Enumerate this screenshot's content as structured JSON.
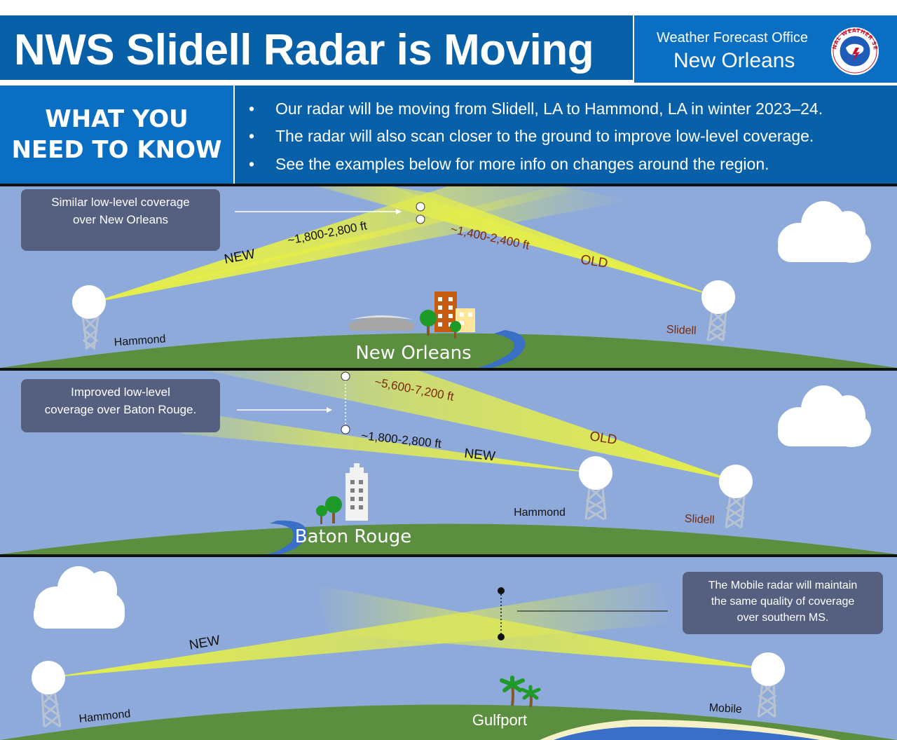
{
  "header": {
    "title": "NWS Slidell Radar is Moving",
    "office_line1": "Weather Forecast Office",
    "office_line2": "New Orleans",
    "logo_icon": "nws-logo-icon",
    "logo_text": "NATIONAL WEATHER SERVICE"
  },
  "know": {
    "heading_line1": "WHAT YOU",
    "heading_line2": "NEED TO KNOW",
    "bullets": [
      "Our radar will be moving from Slidell, LA to Hammond, LA in winter 2023–24.",
      "The radar will also scan closer to the ground to improve low-level coverage.",
      "See the examples below for more info on changes around the region."
    ]
  },
  "panel1": {
    "callout": [
      "Similar low-level coverage",
      "over New Orleans"
    ],
    "new_height": "~1,800-2,800 ft",
    "old_height": "~1,400-2,400 ft",
    "new_label": "NEW",
    "old_label": "OLD",
    "city": "New Orleans",
    "left_radar": "Hammond",
    "right_radar": "Slidell"
  },
  "panel2": {
    "callout": [
      "Improved low-level",
      "coverage over Baton Rouge."
    ],
    "old_height": "~5,600-7,200 ft",
    "new_height": "~1,800-2,800 ft",
    "old_label": "OLD",
    "new_label": "NEW",
    "city": "Baton Rouge",
    "radar_mid": "Hammond",
    "radar_right": "Slidell"
  },
  "panel3": {
    "callout": [
      "The Mobile radar will maintain",
      "the same quality of coverage",
      "over southern MS."
    ],
    "new_label": "NEW",
    "city": "Gulfport",
    "left_radar": "Hammond",
    "right_radar": "Mobile"
  },
  "colors": {
    "header_dark": "#0860a8",
    "header_light": "#0a6fc3",
    "sky": "#8eaadb",
    "ground": "#5b8e3e",
    "beam": "#e6ef48",
    "old_label": "#7b2a08",
    "callout": "#556080"
  }
}
